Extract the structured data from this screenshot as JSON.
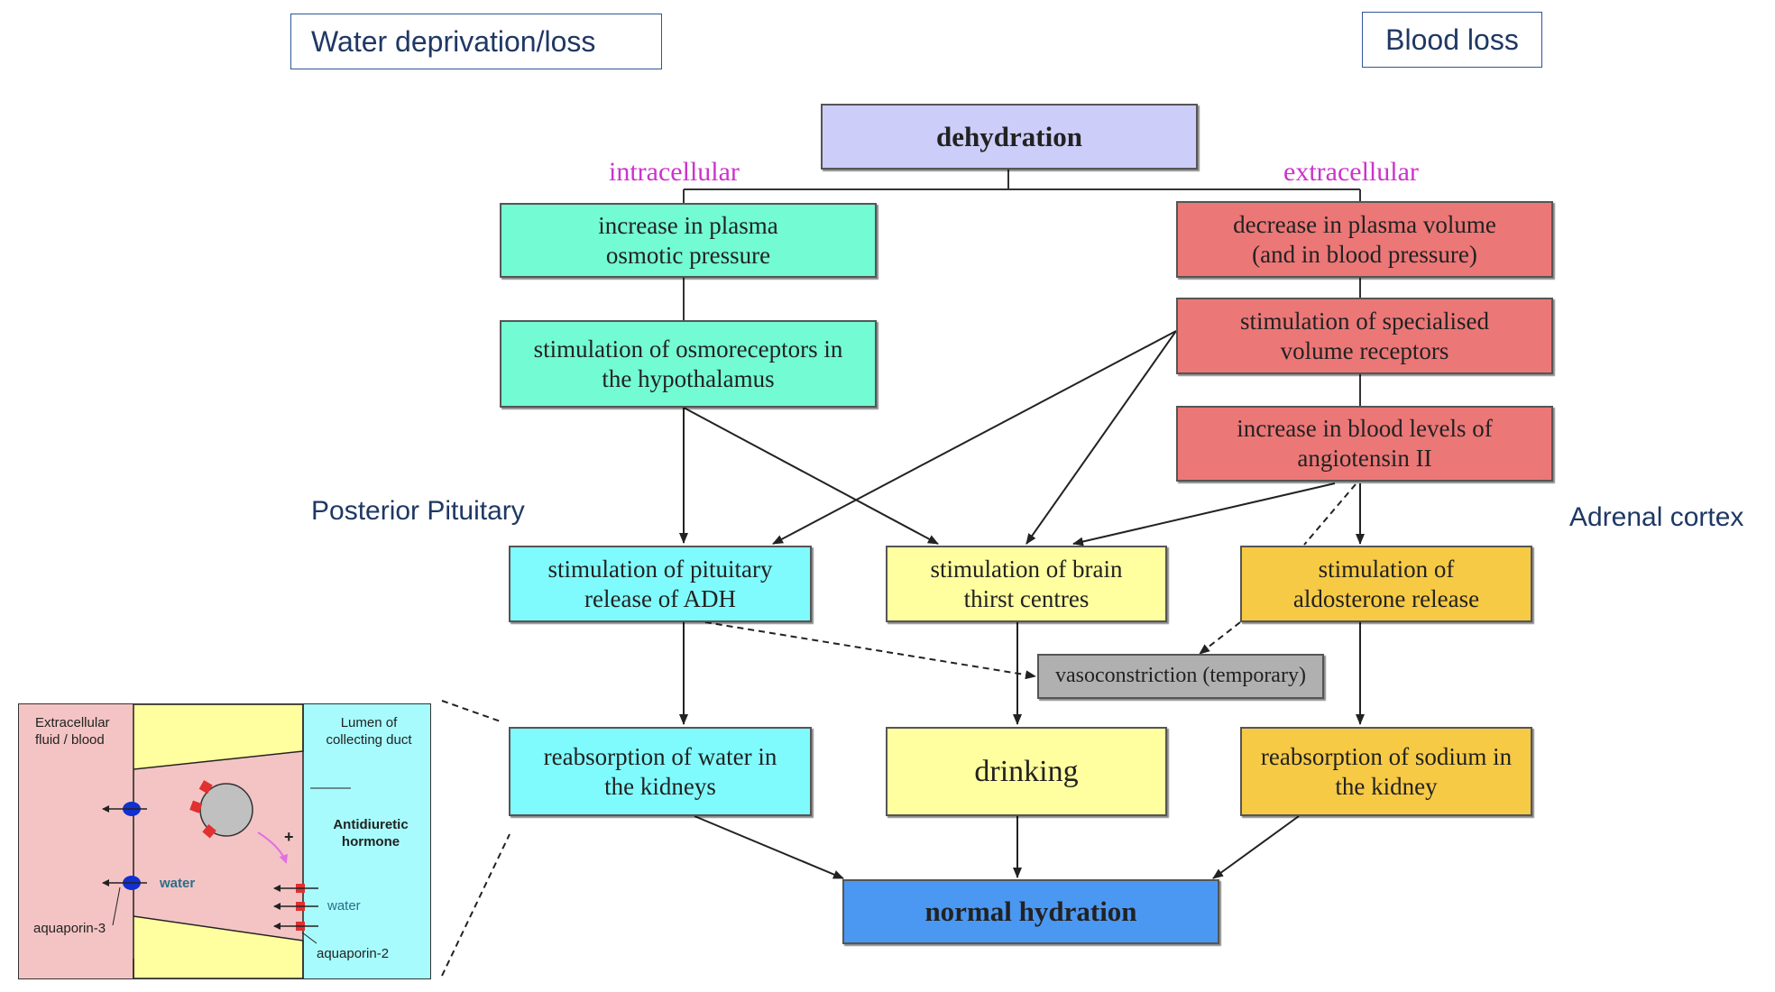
{
  "labels": {
    "water_loss": "Water deprivation/loss",
    "blood_loss": "Blood loss",
    "posterior_pituitary": "Posterior Pituitary",
    "adrenal_cortex": "Adrenal cortex"
  },
  "branches": {
    "intracellular": "intracellular",
    "extracellular": "extracellular"
  },
  "boxes": {
    "dehydration": "dehydration",
    "osmotic": "increase in plasma osmotic pressure",
    "osmoreceptors": "stimulation of osmoreceptors in the hypothalamus",
    "plasma_volume": "decrease in plasma volume (and in blood pressure)",
    "volume_receptors": "stimulation of specialised volume receptors",
    "angiotensin": "increase in blood levels of angiotensin II",
    "adh": "stimulation of pituitary release of ADH",
    "thirst": "stimulation of brain thirst centres",
    "aldosterone": "stimulation of aldosterone release",
    "vasoconstriction": "vasoconstriction (temporary)",
    "reabs_water": "reabsorption of water in the kidneys",
    "drinking": "drinking",
    "reabs_sodium": "reabsorption of sodium in the kidney",
    "normal": "normal hydration"
  },
  "inset": {
    "extracellular": "Extracellular fluid / blood",
    "lumen": "Lumen of collecting duct",
    "adh_plus": "+",
    "adh": "Antidiuretic hormone",
    "water_left": "water",
    "water_right": "water",
    "aquaporin3": "aquaporin-3",
    "aquaporin2": "aquaporin-2"
  },
  "colors": {
    "box_green": "#73fbd3",
    "box_red": "#ec7777",
    "box_cyan": "#80fbfd",
    "box_yellow": "#ffff9f",
    "box_orange": "#f7ca45",
    "box_lavender": "#cdcdf9",
    "box_gray": "#b0b0b0",
    "box_blue": "#4b98f2",
    "branch_label": "#cc33cc",
    "side_label": "#1f3864"
  }
}
